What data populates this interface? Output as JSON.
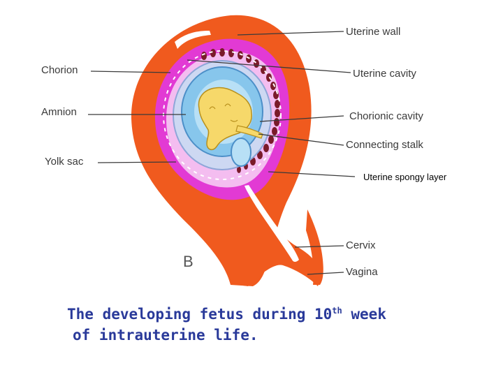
{
  "figure": {
    "panel_letter": "B",
    "labels": {
      "uterine_wall": "Uterine wall",
      "uterine_cavity": "Uterine cavity",
      "chorionic_cavity": "Chorionic cavity",
      "connecting_stalk": "Connecting stalk",
      "uterine_spongy_layer": "Uterine spongy layer",
      "cervix": "Cervix",
      "vagina": "Vagina",
      "chorion": "Chorion",
      "amnion": "Amnion",
      "yolk_sac": "Yolk sac"
    },
    "caption": {
      "line1_pre": "The developing fetus during 10",
      "line1_sup": "th",
      "line1_post": " week",
      "line2": "of intrauterine life."
    }
  },
  "colors": {
    "uterine_wall": "#f05a1e",
    "decidua": "#e23ad4",
    "uterine_cavity": "#f4bdf0",
    "chorionic_cavity": "#cdd8f2",
    "amnion": "#87c6ec",
    "fetus": "#f6d86a",
    "caption": "#2a3a9a"
  }
}
